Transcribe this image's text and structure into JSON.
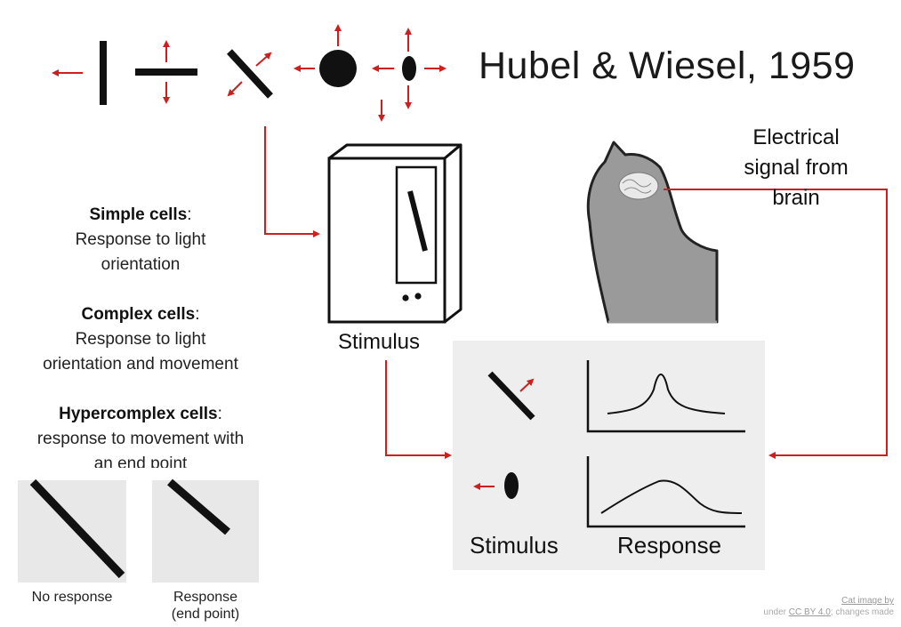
{
  "title": "Hubel & Wiesel, 1959",
  "cat_caption": [
    "Electrical",
    "signal from",
    "brain"
  ],
  "stimulus_label": "Stimulus",
  "cells": [
    {
      "name": "Simple cells",
      "desc": [
        "Response to light",
        "orientation"
      ]
    },
    {
      "name": "Complex cells",
      "desc": [
        "Response to light",
        "orientation and movement"
      ]
    },
    {
      "name": "Hypercomplex cells",
      "desc": [
        "response to movement with",
        "an end point"
      ]
    }
  ],
  "panel": {
    "stimulus_label": "Stimulus",
    "response_label": "Response"
  },
  "endpoint_examples": [
    {
      "label": [
        "No response"
      ]
    },
    {
      "label": [
        "Response",
        "(end point)"
      ]
    }
  ],
  "credit": {
    "line1": "Cat image by",
    "line2_prefix": "under",
    "license": "CC BY 4.0",
    "line2_suffix": "; changes made"
  },
  "colors": {
    "arrow": "#cc2020",
    "ink": "#111111",
    "panel_bg": "#eeeeee",
    "cat_fill": "#9a9a9a"
  }
}
